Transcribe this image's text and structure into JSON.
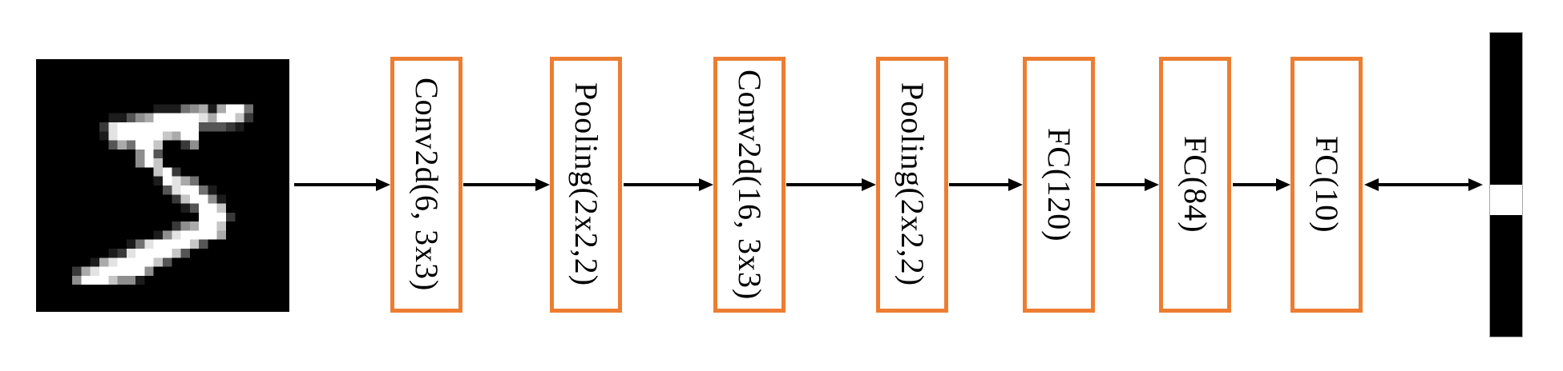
{
  "diagram": {
    "title": "LeNet-style CNN architecture for MNIST digit classification",
    "colors": {
      "box_border": "#ED7D31",
      "box_fill": "#FFFFFF",
      "label_text": "#000000",
      "arrow": "#000000",
      "input_background": "#000000",
      "input_ink": "#FFFFFF"
    },
    "input_image": {
      "description": "MNIST handwritten digit",
      "digit_label": "5",
      "grid_size": 28,
      "pixel_rows": [
        "0000000000000000000000000000",
        "0000000000000000000000000000",
        "0000000000000000000000000000",
        "0000000000000000000000000000",
        "0000000000000000000000000000",
        "0000000000000111456169940000",
        "0000000011356999998699720000",
        "0000000289999999993332100000",
        "0000000189999976990000000000",
        "0000000036499700250000000000",
        "0000000000059300000000000000",
        "0000000000059700000000000000",
        "0000000000000792000000000000",
        "0000000000000198640000000000",
        "0000000000000038994100000000",
        "0000000000000002799510000000",
        "0000000000000000139970000000",
        "0000000000000000009992000000",
        "0000000000000002569970000000",
        "0000000000000158999960000000",
        "0000000000148999973000000000",
        "0000000012899997300000000000",
        "0000001689999730000000000000",
        "0000268999995000000000000000",
        "0000599975510000000000000000",
        "0000000000000000000000000000",
        "0000000000000000000000000000",
        "0000000000000000000000000000"
      ]
    },
    "layers": [
      {
        "label": "Conv2d(6, 3x3)"
      },
      {
        "label": "Pooling(2x2,2)"
      },
      {
        "label": "Conv2d(16, 3x3)"
      },
      {
        "label": "Pooling(2x2,2)"
      },
      {
        "label": "FC(120)"
      },
      {
        "label": "FC(84)"
      },
      {
        "label": "FC(10)"
      }
    ],
    "output_bar": {
      "cells": 10,
      "active_index": 5,
      "active_color": "#FFFFFF",
      "inactive_color": "#000000"
    }
  }
}
